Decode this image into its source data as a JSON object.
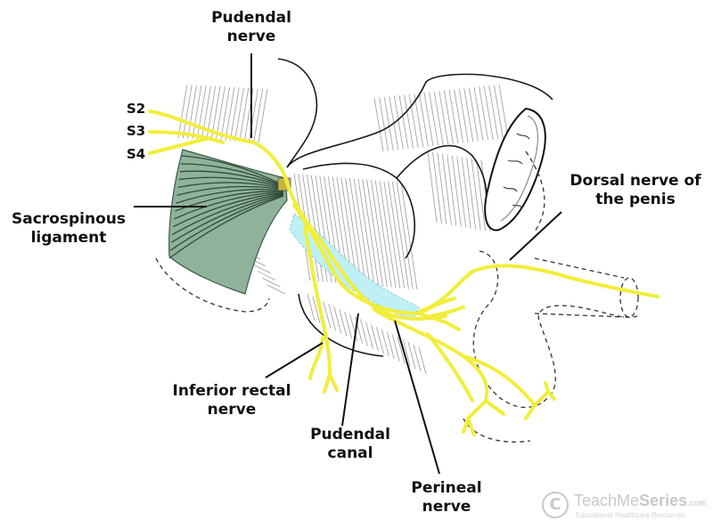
{
  "labels": {
    "pudendal_nerve": [
      "Pudendal",
      "nerve"
    ],
    "dorsal_nerve": [
      "Dorsal nerve of",
      "the penis"
    ],
    "sacrospinous": [
      "Sacrospinous",
      "ligament"
    ],
    "inferior_rectal": [
      "Inferior rectal",
      "nerve"
    ],
    "pudendal_canal": [
      "Pudendal",
      "canal"
    ],
    "perineal": [
      "Perineal",
      "nerve"
    ]
  },
  "roots": [
    "S2",
    "S3",
    "S4"
  ],
  "watermark": {
    "symbol": "C",
    "brand_light": "TeachMe",
    "brand_bold": "Series",
    "domain": ".com",
    "tagline": "Educational Healthcare Resources"
  },
  "colors": {
    "nerve": "#f1ee3c",
    "nerve_outline": "#c9c22a",
    "ligament": "#8fb39a",
    "canal": "#bff0f5",
    "line": "#111111"
  }
}
